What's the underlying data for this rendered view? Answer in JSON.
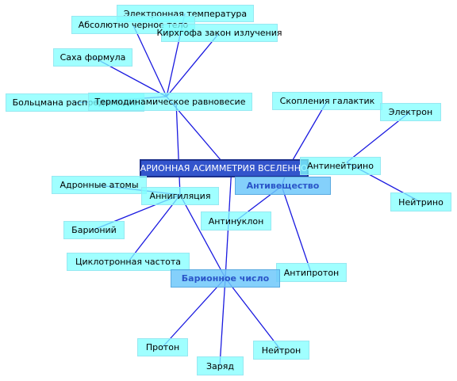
{
  "diagram": {
    "root": "БАРИОННАЯ АСИММЕТРИЯ ВСЕЛЕННОЙ",
    "hubs": {
      "antimatter": "Антивещество",
      "baryon_number": "Барионное число"
    },
    "nodes": {
      "temp": "Электронная температура",
      "blackbody": "Абсолютно черное тело",
      "kirchhoff": "Кирхгофа закон излучения",
      "saha": "Саха формула",
      "boltzmann": "Больцмана распределение",
      "thermo": "Термодинамическое равновесие",
      "clusters": "Скопления галактик",
      "electron": "Электрон",
      "antineutrino": "Антинейтрино",
      "neutrino": "Нейтрино",
      "hadron": "Адронные атомы",
      "annihilation": "Аннигиляция",
      "antinucleon": "Антинуклон",
      "barionium": "Барионий",
      "cyclotron": "Циклотронная частота",
      "antiproton": "Антипротон",
      "proton": "Протон",
      "charge": "Заряд",
      "neutron": "Нейтрон"
    },
    "colors": {
      "edge": "#1a1ae0",
      "leaf": "#80ffff",
      "hub": "#6ec8fa",
      "root": "#3355cc"
    }
  }
}
